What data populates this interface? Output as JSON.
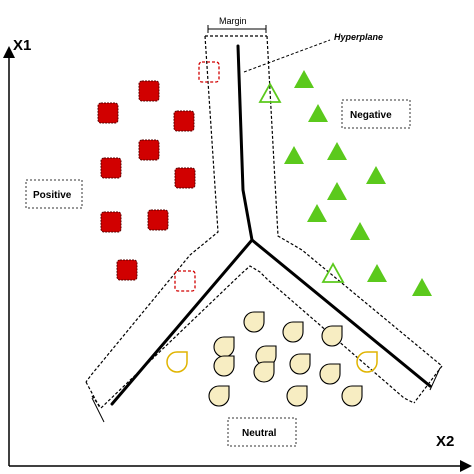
{
  "axes": {
    "y_label": "X1",
    "x_label": "X2"
  },
  "annotations": {
    "margin": "Margin",
    "hyperplane": "Hyperplane"
  },
  "classes": {
    "positive": "Positive",
    "negative": "Negative",
    "neutral": "Neutral"
  },
  "colors": {
    "positive": "#d10000",
    "negative": "#5bc91c",
    "neutral_fill": "#f7edc2",
    "neutral_outline": "#e0b400",
    "line": "#000000"
  }
}
